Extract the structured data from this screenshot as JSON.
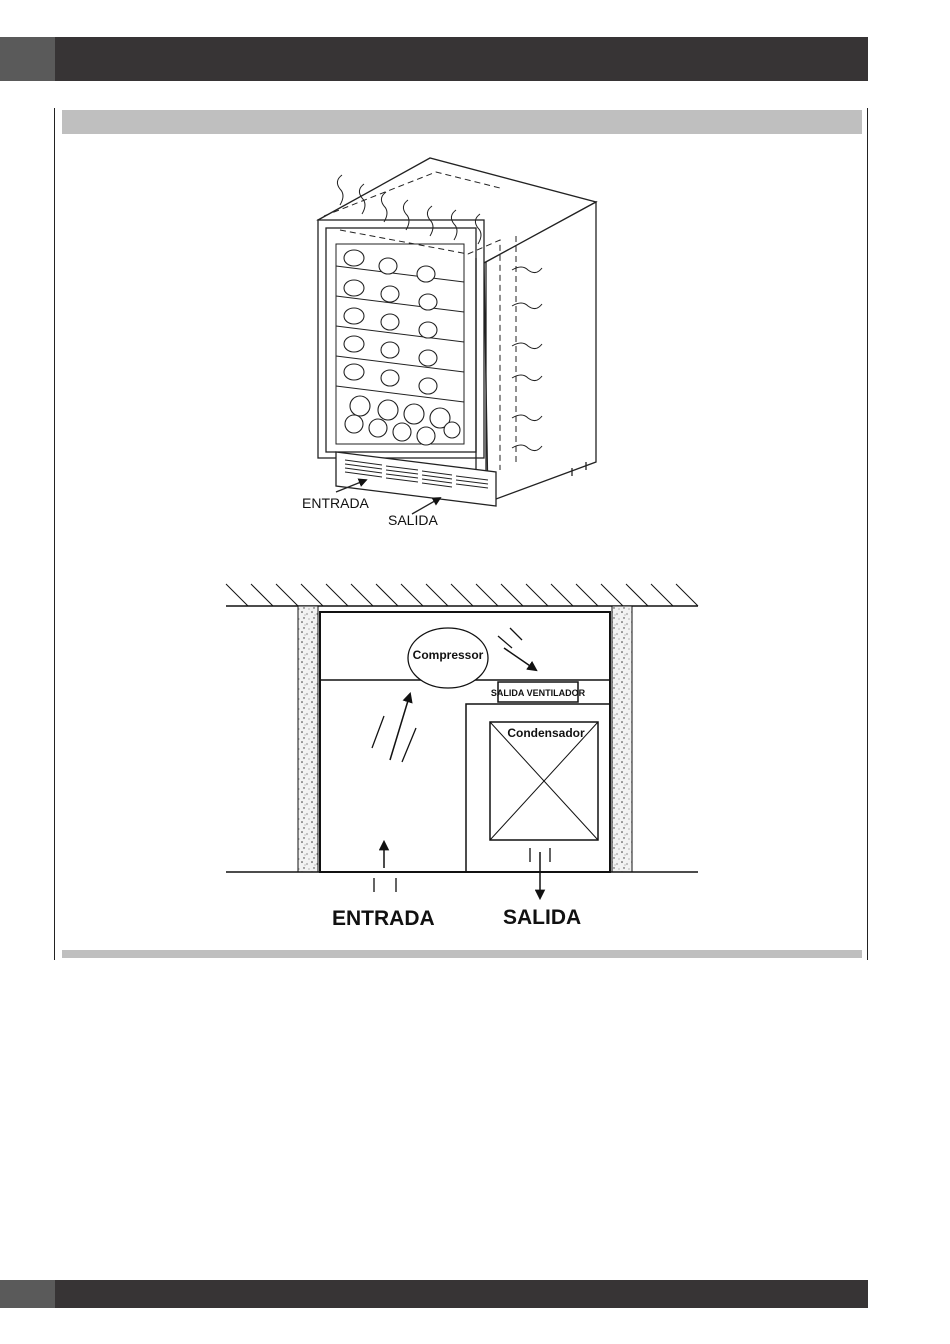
{
  "figure_top": {
    "labels": {
      "entrada": "ENTRADA",
      "salida": "SALIDA"
    }
  },
  "figure_bottom": {
    "labels": {
      "compressor": "Compressor",
      "salida_ventilador": "SALIDA VENTILADOR",
      "condensador": "Condensador",
      "entrada": "ENTRADA",
      "salida": "SALIDA"
    }
  },
  "colors": {
    "header_bar": "#373435",
    "header_tab": "#5a5a5a",
    "section_band": "#bfbfbf"
  }
}
